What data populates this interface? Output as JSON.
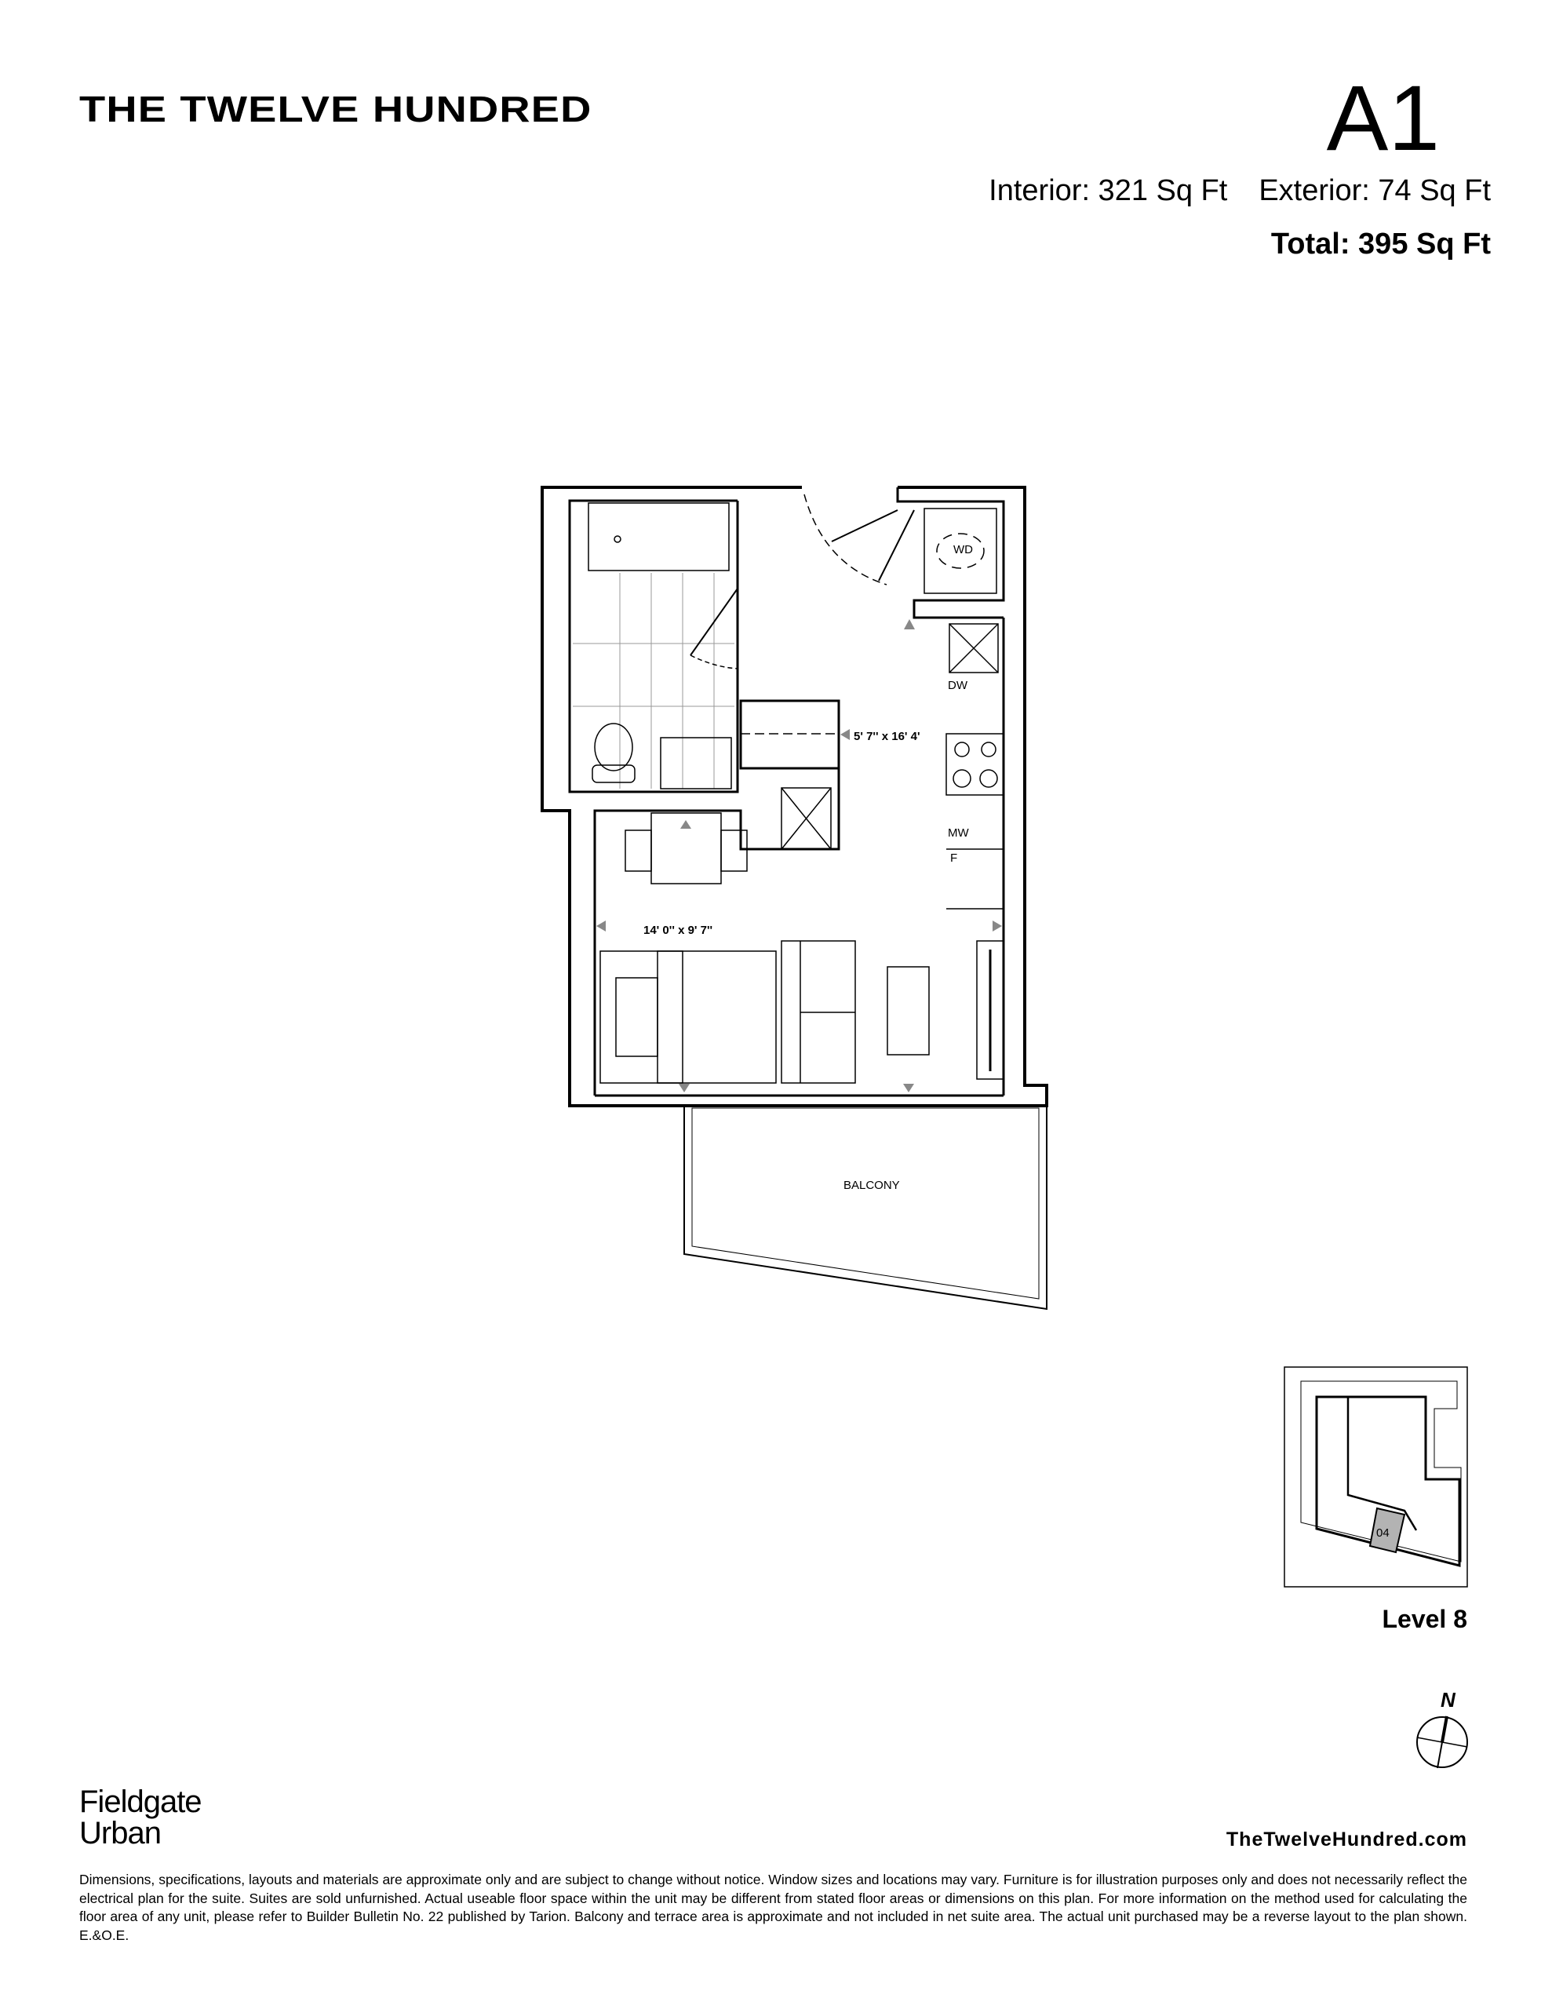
{
  "header": {
    "brand": "THE TWELVE HUNDRED",
    "unit_name": "A1",
    "interior": "Interior: 321 Sq Ft",
    "exterior": "Exterior: 74 Sq Ft",
    "total": "Total: 395 Sq Ft"
  },
  "plan": {
    "labels": {
      "wd": "WD",
      "dw": "DW",
      "mw": "MW",
      "f": "F",
      "kitchen_dims": "5' 7'' x 16' 4'",
      "living_dims": "14' 0'' x 9' 7''",
      "balcony": "BALCONY"
    }
  },
  "keyplan": {
    "suite": "04",
    "level": "Level 8",
    "highlight_color": "#b3b3b3"
  },
  "compass": {
    "north": "N"
  },
  "footer": {
    "developer_line1": "Fieldgate",
    "developer_line2": "Urban",
    "website": "TheTwelveHundred.com",
    "disclaimer": "Dimensions, specifications, layouts and materials are approximate only and are subject to change without notice. Window sizes and locations may vary. Furniture is for illustration purposes only and does not necessarily reflect the electrical plan for the suite. Suites are sold unfurnished. Actual useable floor space within the unit may be different from stated floor areas or dimensions on this plan. For more information on the method used for calculating the floor area of any unit, please refer to Builder Bulletin No. 22 published by Tarion. Balcony and terrace area is approximate and not included in net suite area. The actual unit purchased may be a reverse layout to the plan shown. E.&O.E."
  }
}
